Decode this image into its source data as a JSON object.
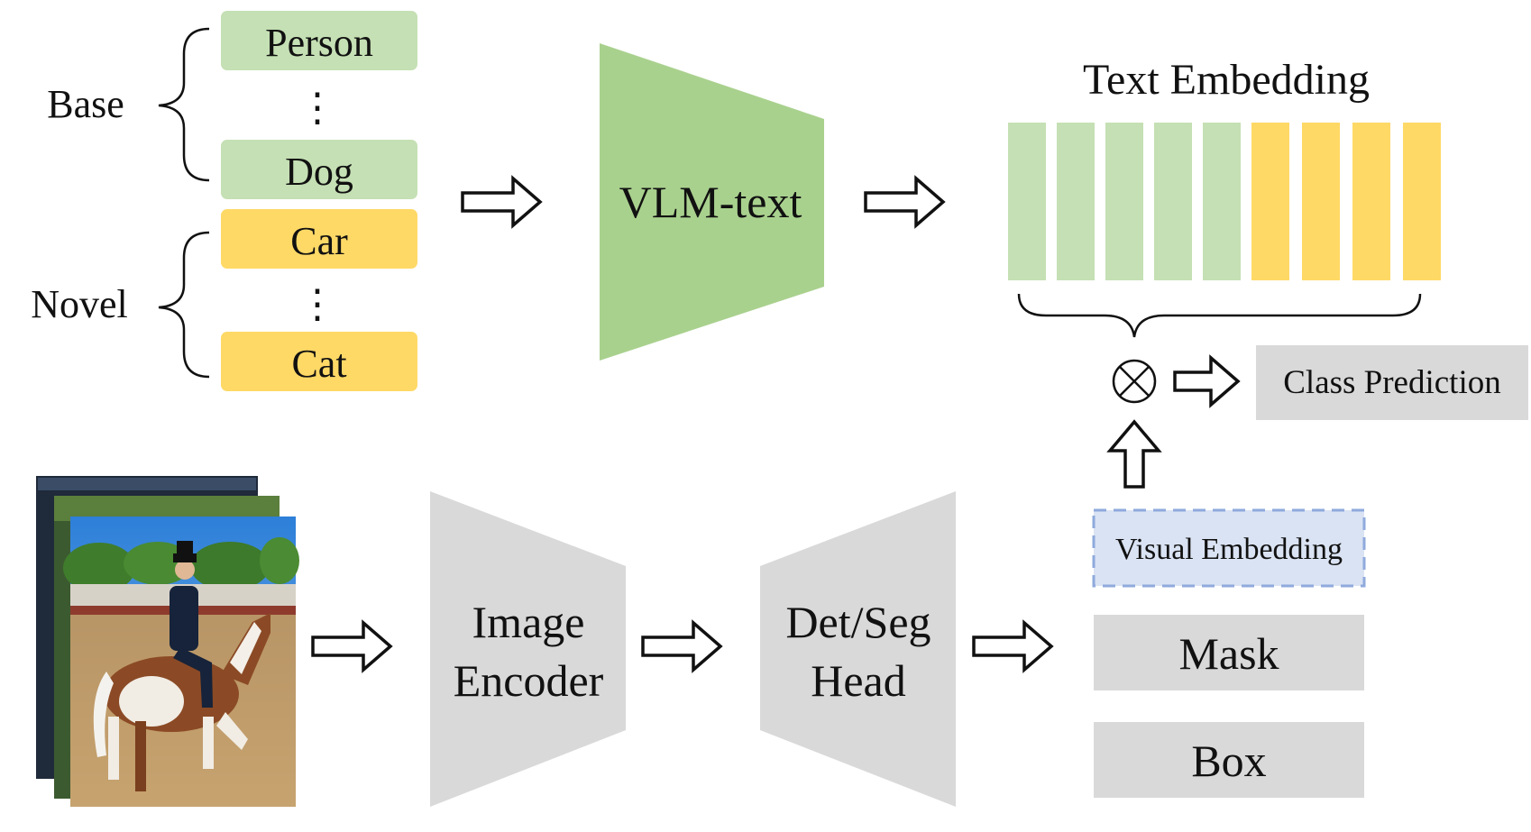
{
  "groups": {
    "base_label": "Base",
    "novel_label": "Novel",
    "vdots": "⋮"
  },
  "classes": [
    {
      "label": "Person",
      "group": "base"
    },
    {
      "label": "Dog",
      "group": "base"
    },
    {
      "label": "Car",
      "group": "novel"
    },
    {
      "label": "Cat",
      "group": "novel"
    }
  ],
  "modules": {
    "vlm_text": "VLM-text",
    "image_encoder_line1": "Image",
    "image_encoder_line2": "Encoder",
    "head_line1": "Det/Seg",
    "head_line2": "Head"
  },
  "text_embedding": {
    "title": "Text Embedding",
    "base_bars": 5,
    "novel_bars": 4
  },
  "operator_symbol": "⊗",
  "outputs": {
    "class_prediction": "Class Prediction",
    "visual_embedding": "Visual Embedding",
    "mask": "Mask",
    "box": "Box"
  },
  "colors": {
    "base": "#c5e0b4",
    "novel": "#ffd966",
    "vlm": "#a9d18e",
    "gray_module": "#d9d9d9",
    "visual_embedding_fill": "#dae3f3",
    "visual_embedding_border": "#8faadc"
  },
  "icons": [
    "stacked-photo-icon",
    "arrow-right-icon",
    "arrow-up-icon",
    "circled-times-icon"
  ]
}
